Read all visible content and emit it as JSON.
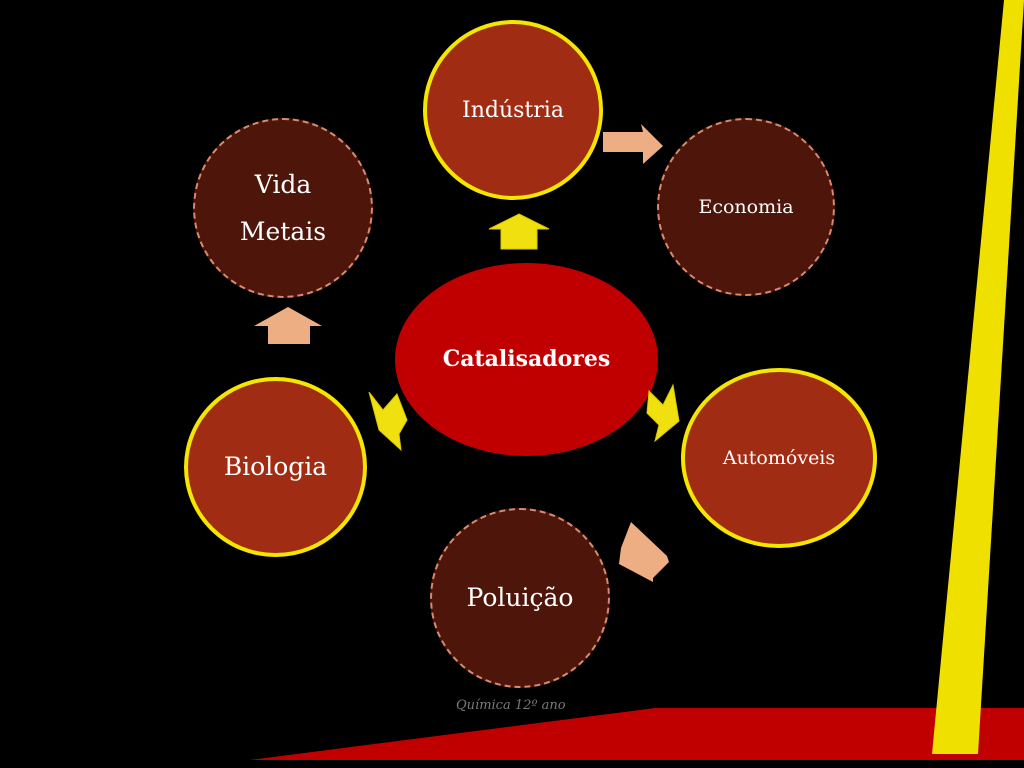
{
  "center": {
    "label": "Catalisadores"
  },
  "nodes": {
    "industria": {
      "label": "Indústria"
    },
    "economia": {
      "label": "Economia"
    },
    "automoveis": {
      "label": "Automóveis"
    },
    "poluicao": {
      "label": "Poluição"
    },
    "biologia": {
      "label": "Biologia"
    },
    "vida_metais": {
      "lines": [
        "Vida",
        "Metais"
      ]
    }
  },
  "footer": {
    "text": "Química 12º ano"
  },
  "colors": {
    "background": "#000000",
    "center_fill": "#c00000",
    "solid_node_fill": "#a02c14",
    "solid_node_border": "#f5e600",
    "dashed_node_fill": "#4e150a",
    "dashed_node_border": "#d98a6e",
    "yellow_arrow": "#f0e010",
    "peach_arrow": "#eeae84",
    "accent_yellow": "#f0e000",
    "accent_red": "#c00000"
  }
}
